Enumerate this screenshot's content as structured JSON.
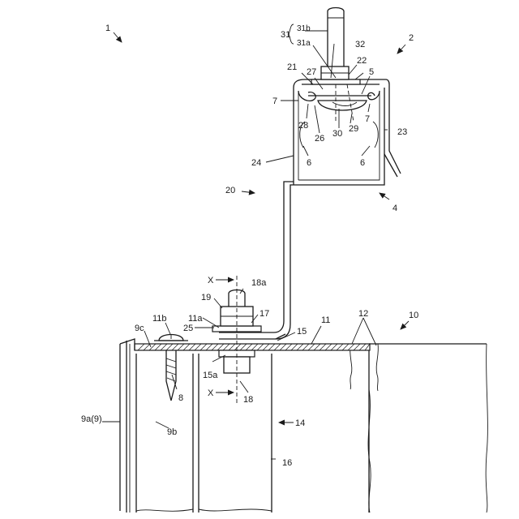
{
  "labels": {
    "l1": "1",
    "l2": "2",
    "l4": "4",
    "l5": "5",
    "l6a": "6",
    "l6b": "6",
    "l7a": "7",
    "l7b": "7",
    "l8": "8",
    "l9a": "9a(9)",
    "l9b": "9b",
    "l9c": "9c",
    "l10": "10",
    "l11": "11",
    "l11a": "11a",
    "l11b": "11b",
    "l12": "12",
    "l14": "14",
    "l15": "15",
    "l15a": "15a",
    "l16": "16",
    "l17": "17",
    "l18": "18",
    "l18a": "18a",
    "l19": "19",
    "l20": "20",
    "l21": "21",
    "l22": "22",
    "l23": "23",
    "l24": "24",
    "l25": "25",
    "l26": "26",
    "l27": "27",
    "l28": "28",
    "l29": "29",
    "l30": "30",
    "l31": "31",
    "l31a": "31a",
    "l31b": "31b",
    "l32": "32",
    "xTop": "X",
    "xBottom": "X"
  }
}
